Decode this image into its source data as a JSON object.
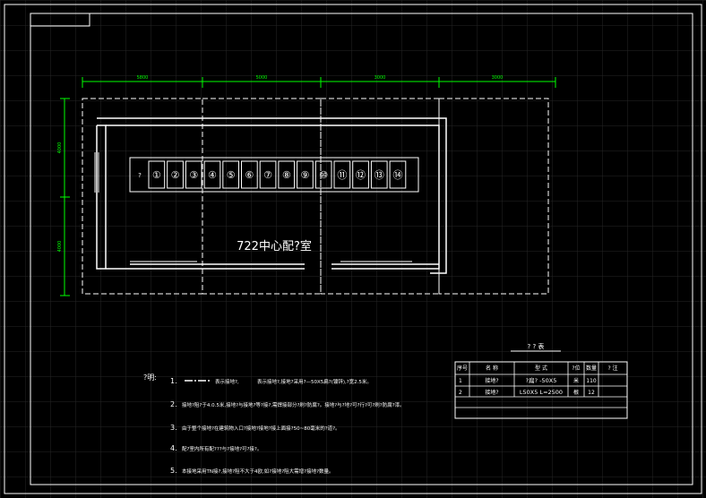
{
  "room_title": "722中心配?室",
  "dimensions_top": [
    "5800",
    "5000",
    "3000",
    "3000"
  ],
  "dimensions_left": [
    "4000",
    "4000"
  ],
  "cabinet_prefix": "?",
  "cabinets": [
    "①",
    "②",
    "③",
    "④",
    "⑤",
    "⑥",
    "⑦",
    "⑧",
    "⑨",
    "⑩",
    "⑪",
    "⑫",
    "⑬",
    "⑭"
  ],
  "notes_label": "?明:",
  "notes": [
    {
      "num": "1.",
      "legend": "表示接地?,",
      "text": "表示接地?,接地?采用?—50X5扁?(镀锌),?宽2.5米。"
    },
    {
      "num": "2.",
      "text": "接地?阻?于4.0.5米,接地?与接地?等?接?,需焊接部分?刷?防腐?。接地?与?地?可?行?可?刷?防腐?漆。"
    },
    {
      "num": "3.",
      "text": "由于整个接地?在建筑物入口?接地?接地?接上面接?50~80毫米的?道?。"
    },
    {
      "num": "4.",
      "text": "配?室内所有配???与?接地?可?接?。"
    },
    {
      "num": "5.",
      "text": "本接地采用TN接?,接地?阻不大于4欧,如?接地?阻大需增?接地?数量。"
    }
  ],
  "bom": {
    "title": "? ? 表",
    "headers": [
      "序号",
      "名  称",
      "型  式",
      "?位",
      "数量",
      "? 注"
    ],
    "rows": [
      [
        "1",
        "接地?",
        "?扁? -50X5",
        "米",
        "110",
        ""
      ],
      [
        "2",
        "接地?",
        "L50X5 L=2500",
        "根",
        "12",
        ""
      ],
      [
        "",
        "",
        "",
        "",
        "",
        ""
      ],
      [
        "",
        "",
        "",
        "",
        "",
        ""
      ]
    ]
  },
  "colors": {
    "background": "#000000",
    "lines": "#ffffff",
    "dimension": "#00ff00",
    "grid": "#2a2a2a"
  }
}
